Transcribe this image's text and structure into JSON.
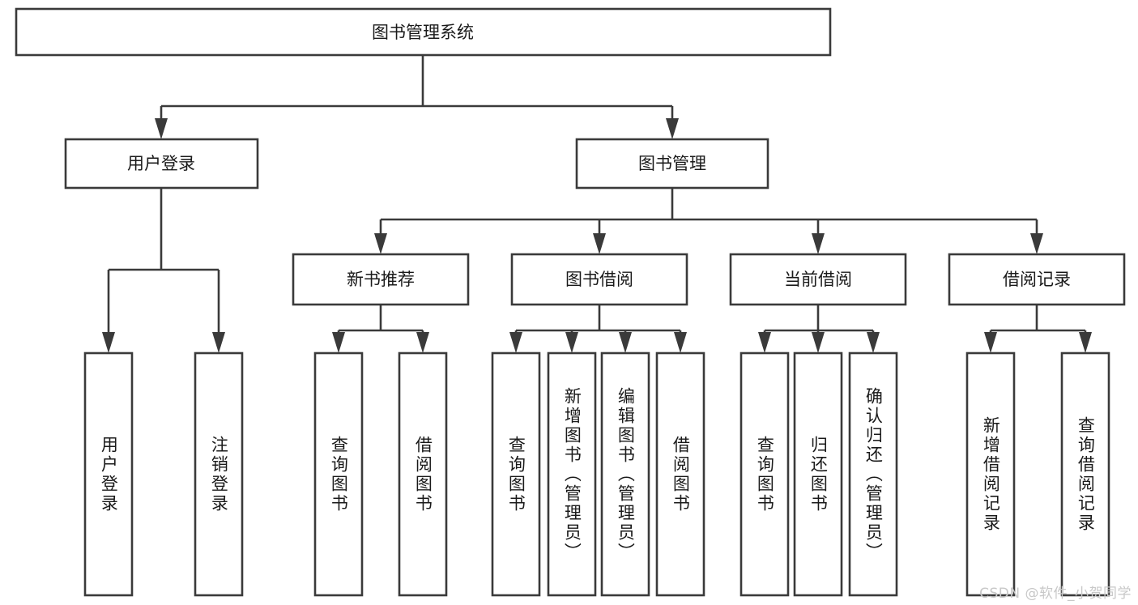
{
  "diagram": {
    "title_node": {
      "label": "图书管理系统"
    },
    "level1": [
      {
        "id": "user-login",
        "label": "用户登录"
      },
      {
        "id": "book-management",
        "label": "图书管理"
      }
    ],
    "level2": [
      {
        "id": "new-book-recommend",
        "label": "新书推荐",
        "parent": "book-management"
      },
      {
        "id": "book-borrow",
        "label": "图书借阅",
        "parent": "book-management"
      },
      {
        "id": "current-borrow",
        "label": "当前借阅",
        "parent": "book-management"
      },
      {
        "id": "borrow-record",
        "label": "借阅记录",
        "parent": "book-management"
      }
    ],
    "leaves": {
      "user-login": [
        {
          "id": "leaf-user-login",
          "label": "用户登录"
        },
        {
          "id": "leaf-user-logout",
          "label": "注销登录"
        }
      ],
      "new-book-recommend": [
        {
          "id": "leaf-query-book-1",
          "label": "查询图书"
        },
        {
          "id": "leaf-borrow-book-1",
          "label": "借阅图书"
        }
      ],
      "book-borrow": [
        {
          "id": "leaf-query-book-2",
          "label": "查询图书"
        },
        {
          "id": "leaf-add-book-admin",
          "label": "新增图书（管理员）"
        },
        {
          "id": "leaf-edit-book-admin",
          "label": "编辑图书（管理员）"
        },
        {
          "id": "leaf-borrow-book-2",
          "label": "借阅图书"
        }
      ],
      "current-borrow": [
        {
          "id": "leaf-query-book-3",
          "label": "查询图书"
        },
        {
          "id": "leaf-return-book",
          "label": "归还图书"
        },
        {
          "id": "leaf-confirm-return-admin",
          "label": "确认归还（管理员）"
        }
      ],
      "borrow-record": [
        {
          "id": "leaf-add-borrow-record",
          "label": "新增借阅记录"
        },
        {
          "id": "leaf-query-borrow-record",
          "label": "查询借阅记录"
        }
      ]
    },
    "watermark": "CSDN @软件_小贺同学",
    "colors": {
      "stroke": "#3a3a3a",
      "fill": "#ffffff",
      "text": "#1a1a1a",
      "watermark": "#c8c8c8"
    }
  }
}
